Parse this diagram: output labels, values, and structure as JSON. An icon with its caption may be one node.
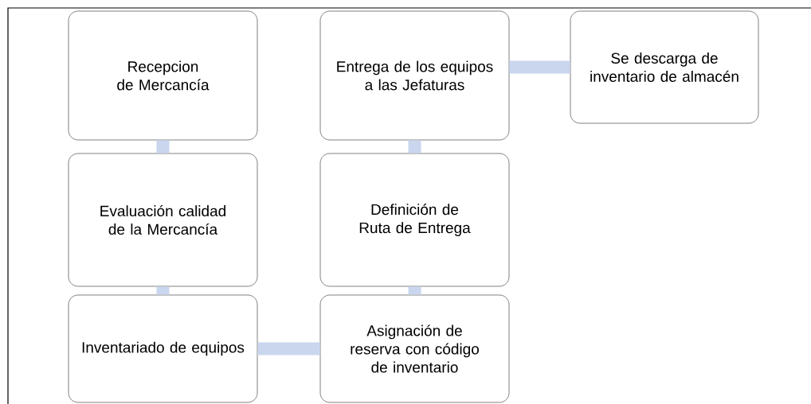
{
  "diagram": {
    "nodes": [
      {
        "text": [
          "Recepcion de Mercancía"
        ]
      },
      {
        "text": [
          "Evaluación calidad de la Mercancía"
        ]
      },
      {
        "text": [
          "Inventariado de equipos"
        ]
      },
      {
        "text": [
          "Asignación de reserva con código de inventario"
        ]
      },
      {
        "text": [
          "Definición de Ruta de Entrega"
        ]
      },
      {
        "text": [
          "Entrega de los equipos a las Jefaturas"
        ]
      },
      {
        "text": [
          "Se descarga de inventario de almacén"
        ]
      }
    ],
    "edges": [
      {
        "from": 0,
        "to": 1,
        "arrow": "none"
      },
      {
        "from": 1,
        "to": 2,
        "arrow": "none"
      },
      {
        "from": 2,
        "to": 3,
        "arrow": "none"
      },
      {
        "from": 3,
        "to": 4,
        "arrow": "none"
      },
      {
        "from": 4,
        "to": 5,
        "arrow": "none"
      },
      {
        "from": 5,
        "to": 6,
        "arrow": "none"
      }
    ]
  }
}
